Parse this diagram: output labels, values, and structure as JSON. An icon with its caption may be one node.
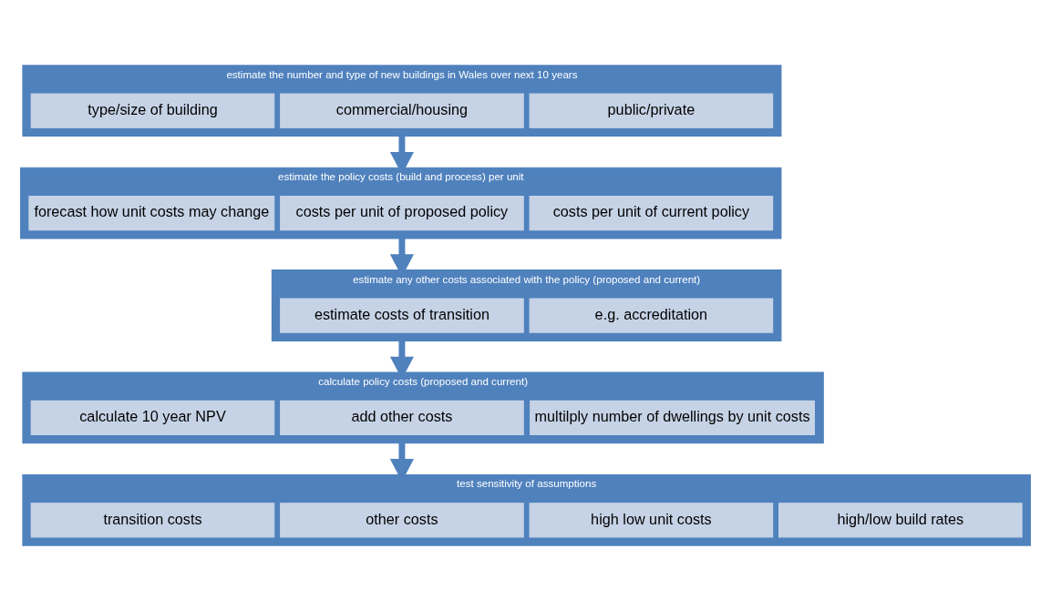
{
  "diagram": {
    "nodes": [
      {
        "text": [
          "estimate the number and type of new buildings in Wales over next 10 years"
        ]
      },
      {
        "text": [
          "public/private"
        ],
        "in": 0
      },
      {
        "text": [
          "commercial/housing"
        ],
        "in": 0
      },
      {
        "text": [
          "type/size of building"
        ],
        "in": 0
      },
      {
        "text": [
          "estimate the policy costs (build and process) per unit"
        ]
      },
      {
        "text": [
          "costs per unit of current policy"
        ],
        "in": 4
      },
      {
        "text": [
          "costs per unit of proposed policy"
        ],
        "in": 4
      },
      {
        "text": [
          "forecast how unit costs may change"
        ],
        "in": 4
      },
      {
        "text": [
          "estimate any other costs associated with the policy (proposed and current)"
        ]
      },
      {
        "text": [
          "e.g. accreditation"
        ],
        "in": 8
      },
      {
        "text": [
          "estimate costs of transition"
        ],
        "in": 8
      },
      {
        "text": [
          "calculate policy costs (proposed and current)"
        ]
      },
      {
        "text": [
          "multilply number of dwellings by unit costs"
        ],
        "in": 11
      },
      {
        "text": [
          "add other costs"
        ],
        "in": 11
      },
      {
        "text": [
          "calculate 10 year NPV"
        ],
        "in": 11
      },
      {
        "text": [
          "test sensitivity of assumptions"
        ]
      },
      {
        "text": [
          "high/low build rates"
        ],
        "in": 15
      },
      {
        "text": [
          "high low unit costs"
        ],
        "in": 15
      },
      {
        "text": [
          "other costs"
        ],
        "in": 15
      },
      {
        "text": [
          "transition costs"
        ],
        "in": 15
      }
    ],
    "edges": [
      {
        "from": 0,
        "to": 4,
        "arrow": "to"
      },
      {
        "from": 4,
        "to": 8,
        "arrow": "to"
      },
      {
        "from": 8,
        "to": 11,
        "arrow": "to"
      },
      {
        "from": 11,
        "to": 15,
        "arrow": "to"
      }
    ]
  }
}
